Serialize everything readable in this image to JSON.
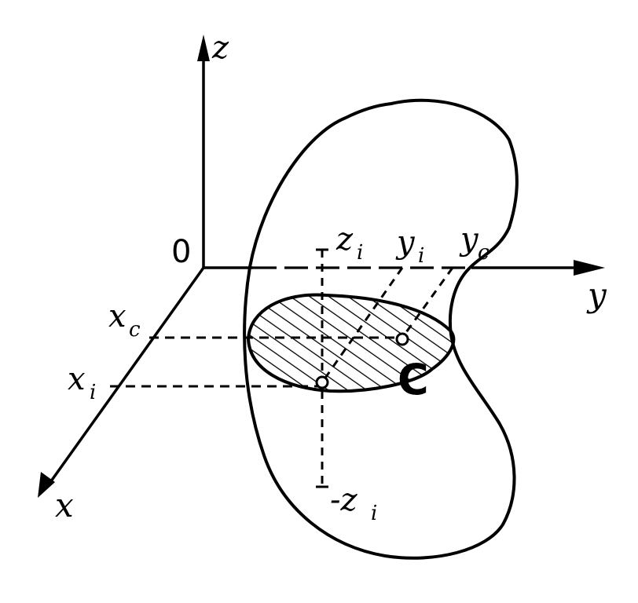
{
  "diagram": {
    "axes": {
      "z_label": "z",
      "y_label": "y",
      "x_label": "x",
      "origin_label": "0"
    },
    "coordinate_labels": {
      "z_upper": "z",
      "z_upper_sub": "i",
      "z_lower": "-z",
      "z_lower_sub": "i",
      "y_i": "y",
      "y_i_sub": "i",
      "y_c": "y",
      "y_c_sub": "c",
      "x_c": "x",
      "x_c_sub": "c",
      "x_i": "x",
      "x_i_sub": "i"
    },
    "centroid_label": "C",
    "colors": {
      "ink": "#000000",
      "background": "#ffffff"
    }
  }
}
